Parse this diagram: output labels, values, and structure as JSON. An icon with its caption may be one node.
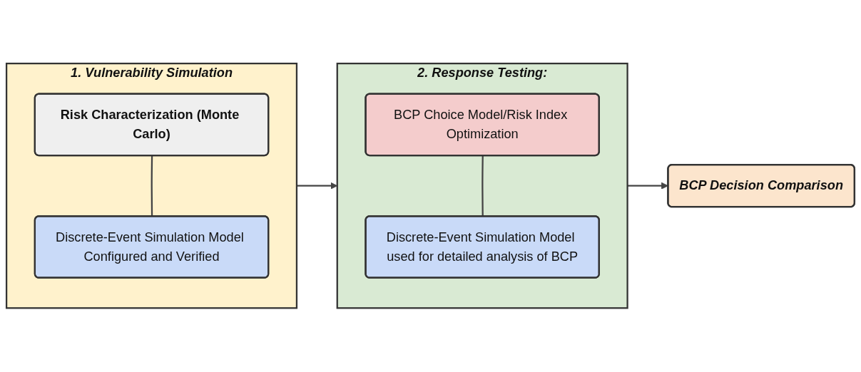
{
  "diagram": {
    "nodes": [
      {
        "text": [
          "1. Vulnerability Simulation"
        ]
      },
      {
        "text": [
          "Risk Characterization (Monte Carlo)"
        ],
        "in": 0
      },
      {
        "text": [
          "Discrete-Event Simulation Model Configured and Verified"
        ],
        "in": 0
      },
      {
        "text": [
          "2. Response Testing:"
        ]
      },
      {
        "text": [
          "BCP Choice Model/Risk Index Optimization"
        ],
        "in": 3
      },
      {
        "text": [
          "Discrete-Event Simulation Model used for detailed analysis of BCP"
        ],
        "in": 3
      },
      {
        "text": [
          "BCP Decision Comparison"
        ]
      }
    ],
    "edges": [
      {
        "from": 1,
        "to": 2,
        "arrow": "none"
      },
      {
        "from": 0,
        "to": 3,
        "arrow": "to"
      },
      {
        "from": 4,
        "to": 5,
        "arrow": "none"
      },
      {
        "from": 3,
        "to": 6,
        "arrow": "to"
      }
    ]
  }
}
